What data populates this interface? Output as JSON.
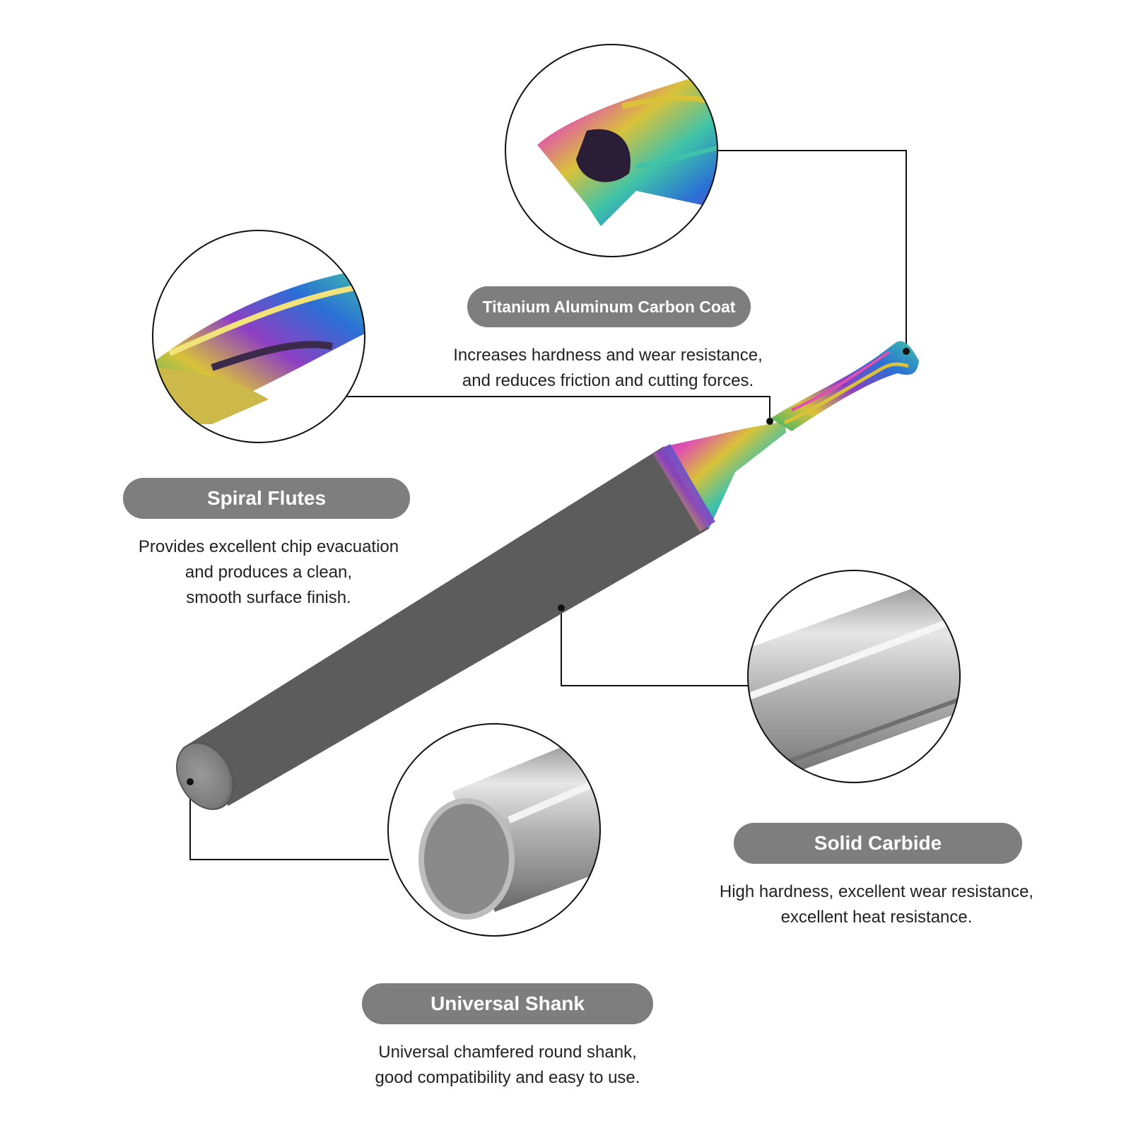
{
  "features": {
    "coat": {
      "title": "Titanium Aluminum Carbon Coat",
      "lines": [
        "Increases hardness and wear resistance,",
        "and reduces friction and cutting forces."
      ]
    },
    "flutes": {
      "title": "Spiral Flutes",
      "lines": [
        "Provides excellent chip evacuation",
        "and produces a clean,",
        "smooth surface finish."
      ]
    },
    "carbide": {
      "title": "Solid Carbide",
      "lines": [
        "High hardness, excellent wear resistance,",
        "excellent heat resistance."
      ]
    },
    "shank": {
      "title": "Universal Shank",
      "lines": [
        "Universal chamfered round shank,",
        "good compatibility and easy to use."
      ]
    }
  },
  "colors": {
    "pill_background": "#7e7e7e",
    "pill_text": "#ffffff",
    "body_text": "#222222",
    "leader_lines": "#111111"
  }
}
